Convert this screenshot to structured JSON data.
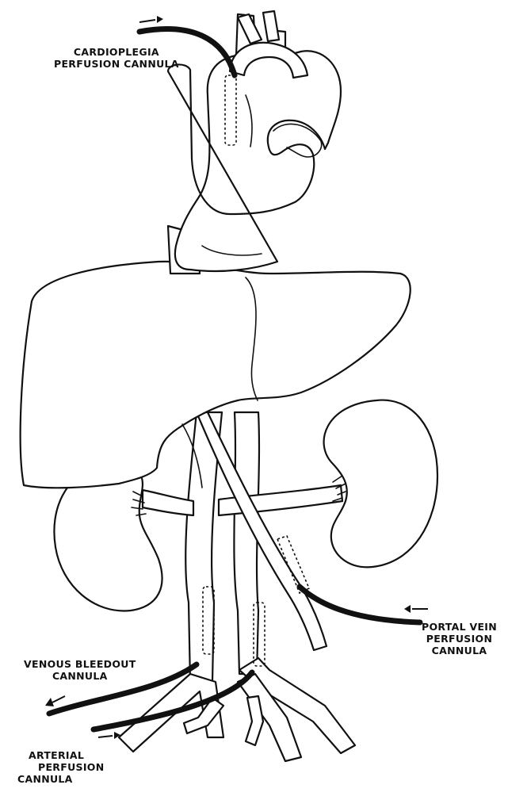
{
  "labels": {
    "cardioplegia": [
      "CARDIOPLEGIA",
      "PERFUSION CANNULA"
    ],
    "portal_vein": [
      "PORTAL VEIN",
      "PERFUSION",
      "CANNULA"
    ],
    "venous_bleedout": [
      "VENOUS BLEEDOUT",
      "CANNULA"
    ],
    "arterial_perfusion": [
      "ARTERIAL",
      "PERFUSION",
      "CANNULA"
    ]
  },
  "colors": {
    "ink": "#111111",
    "background": "#ffffff"
  }
}
